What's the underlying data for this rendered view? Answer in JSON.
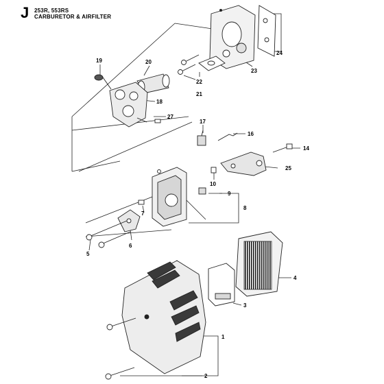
{
  "header": {
    "section_letter": "J",
    "models": "253R, 553RS",
    "title": "CARBURETOR & AIRFILTER"
  },
  "parts": [
    {
      "id": "p1",
      "number": "1"
    },
    {
      "id": "p2",
      "number": "2"
    },
    {
      "id": "p3",
      "number": "3"
    },
    {
      "id": "p4",
      "number": "4"
    },
    {
      "id": "p5",
      "number": "5"
    },
    {
      "id": "p6",
      "number": "6"
    },
    {
      "id": "p7",
      "number": "7"
    },
    {
      "id": "p8",
      "number": "8"
    },
    {
      "id": "p9",
      "number": "9"
    },
    {
      "id": "p10",
      "number": "10"
    },
    {
      "id": "p14",
      "number": "14"
    },
    {
      "id": "p16",
      "number": "16"
    },
    {
      "id": "p17",
      "number": "17"
    },
    {
      "id": "p18",
      "number": "18"
    },
    {
      "id": "p19",
      "number": "19"
    },
    {
      "id": "p20",
      "number": "20"
    },
    {
      "id": "p21",
      "number": "21"
    },
    {
      "id": "p22",
      "number": "22"
    },
    {
      "id": "p23",
      "number": "23"
    },
    {
      "id": "p24",
      "number": "24"
    },
    {
      "id": "p25",
      "number": "25"
    },
    {
      "id": "p27",
      "number": "27"
    }
  ]
}
